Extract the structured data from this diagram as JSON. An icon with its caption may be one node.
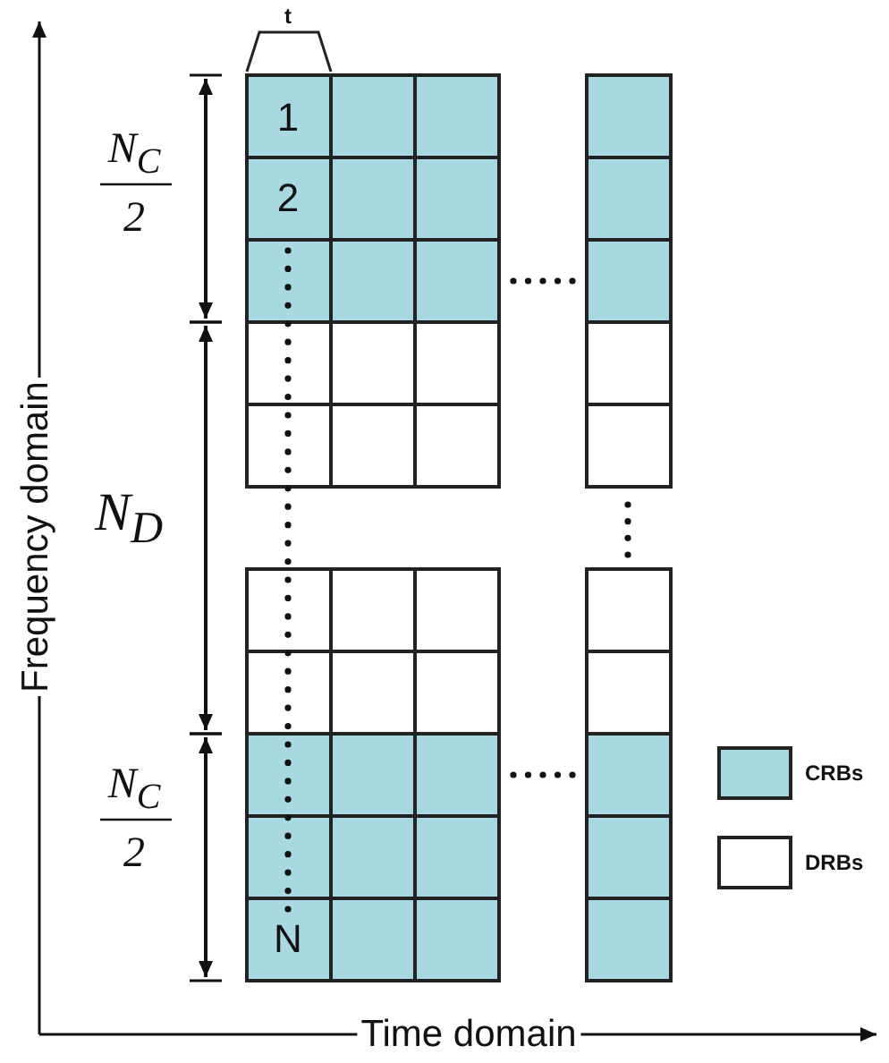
{
  "diagram": {
    "labels": [
      "t",
      "N$_{C}$",
      "2",
      "1",
      "2",
      "N$_{D}$",
      "N$_{C}$",
      "2",
      "N",
      "Frequency domain",
      "Time domain"
    ],
    "legend": [
      {
        "text": "CRBs",
        "color": "#a8d8e2"
      },
      {
        "text": "DRBs",
        "color": "#ffffff"
      }
    ]
  }
}
